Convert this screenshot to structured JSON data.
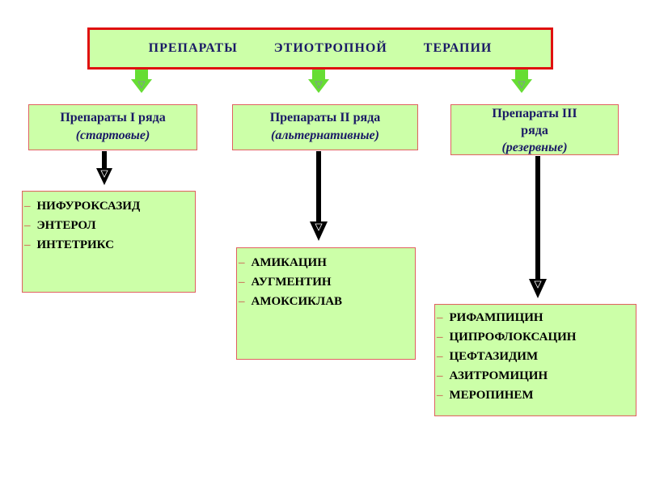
{
  "title": "ПРЕПАРАТЫ   ЭТИОТРОПНОЙ   ТЕРАПИИ",
  "categories": [
    {
      "line1": "Препараты I ряда",
      "line2": "",
      "line3": "(стартовые)"
    },
    {
      "line1": "Препараты II ряда",
      "line2": "",
      "line3": "(альтернативные)"
    },
    {
      "line1": "Препараты III",
      "line2": "ряда",
      "line3": "(резервные)"
    }
  ],
  "lists": [
    {
      "items": [
        "НИФУРОКСАЗИД",
        "ЭНТЕРОЛ",
        "ИНТЕТРИКС"
      ]
    },
    {
      "items": [
        "АМИКАЦИН",
        "АУГМЕНТИН",
        "АМОКСИКЛАВ"
      ]
    },
    {
      "items": [
        "РИФАМПИЦИН",
        "ЦИПРОФЛОКСАЦИН",
        "ЦЕФТАЗИДИМ",
        "АЗИТРОМИЦИН",
        "МЕРОПИНЕМ"
      ]
    }
  ],
  "colors": {
    "box_fill": "#ccffa8",
    "title_border": "#e01010",
    "box_border": "#e06060",
    "title_text": "#1a1a66",
    "green_arrow": "#66dd33",
    "black_arrow": "#000000"
  }
}
